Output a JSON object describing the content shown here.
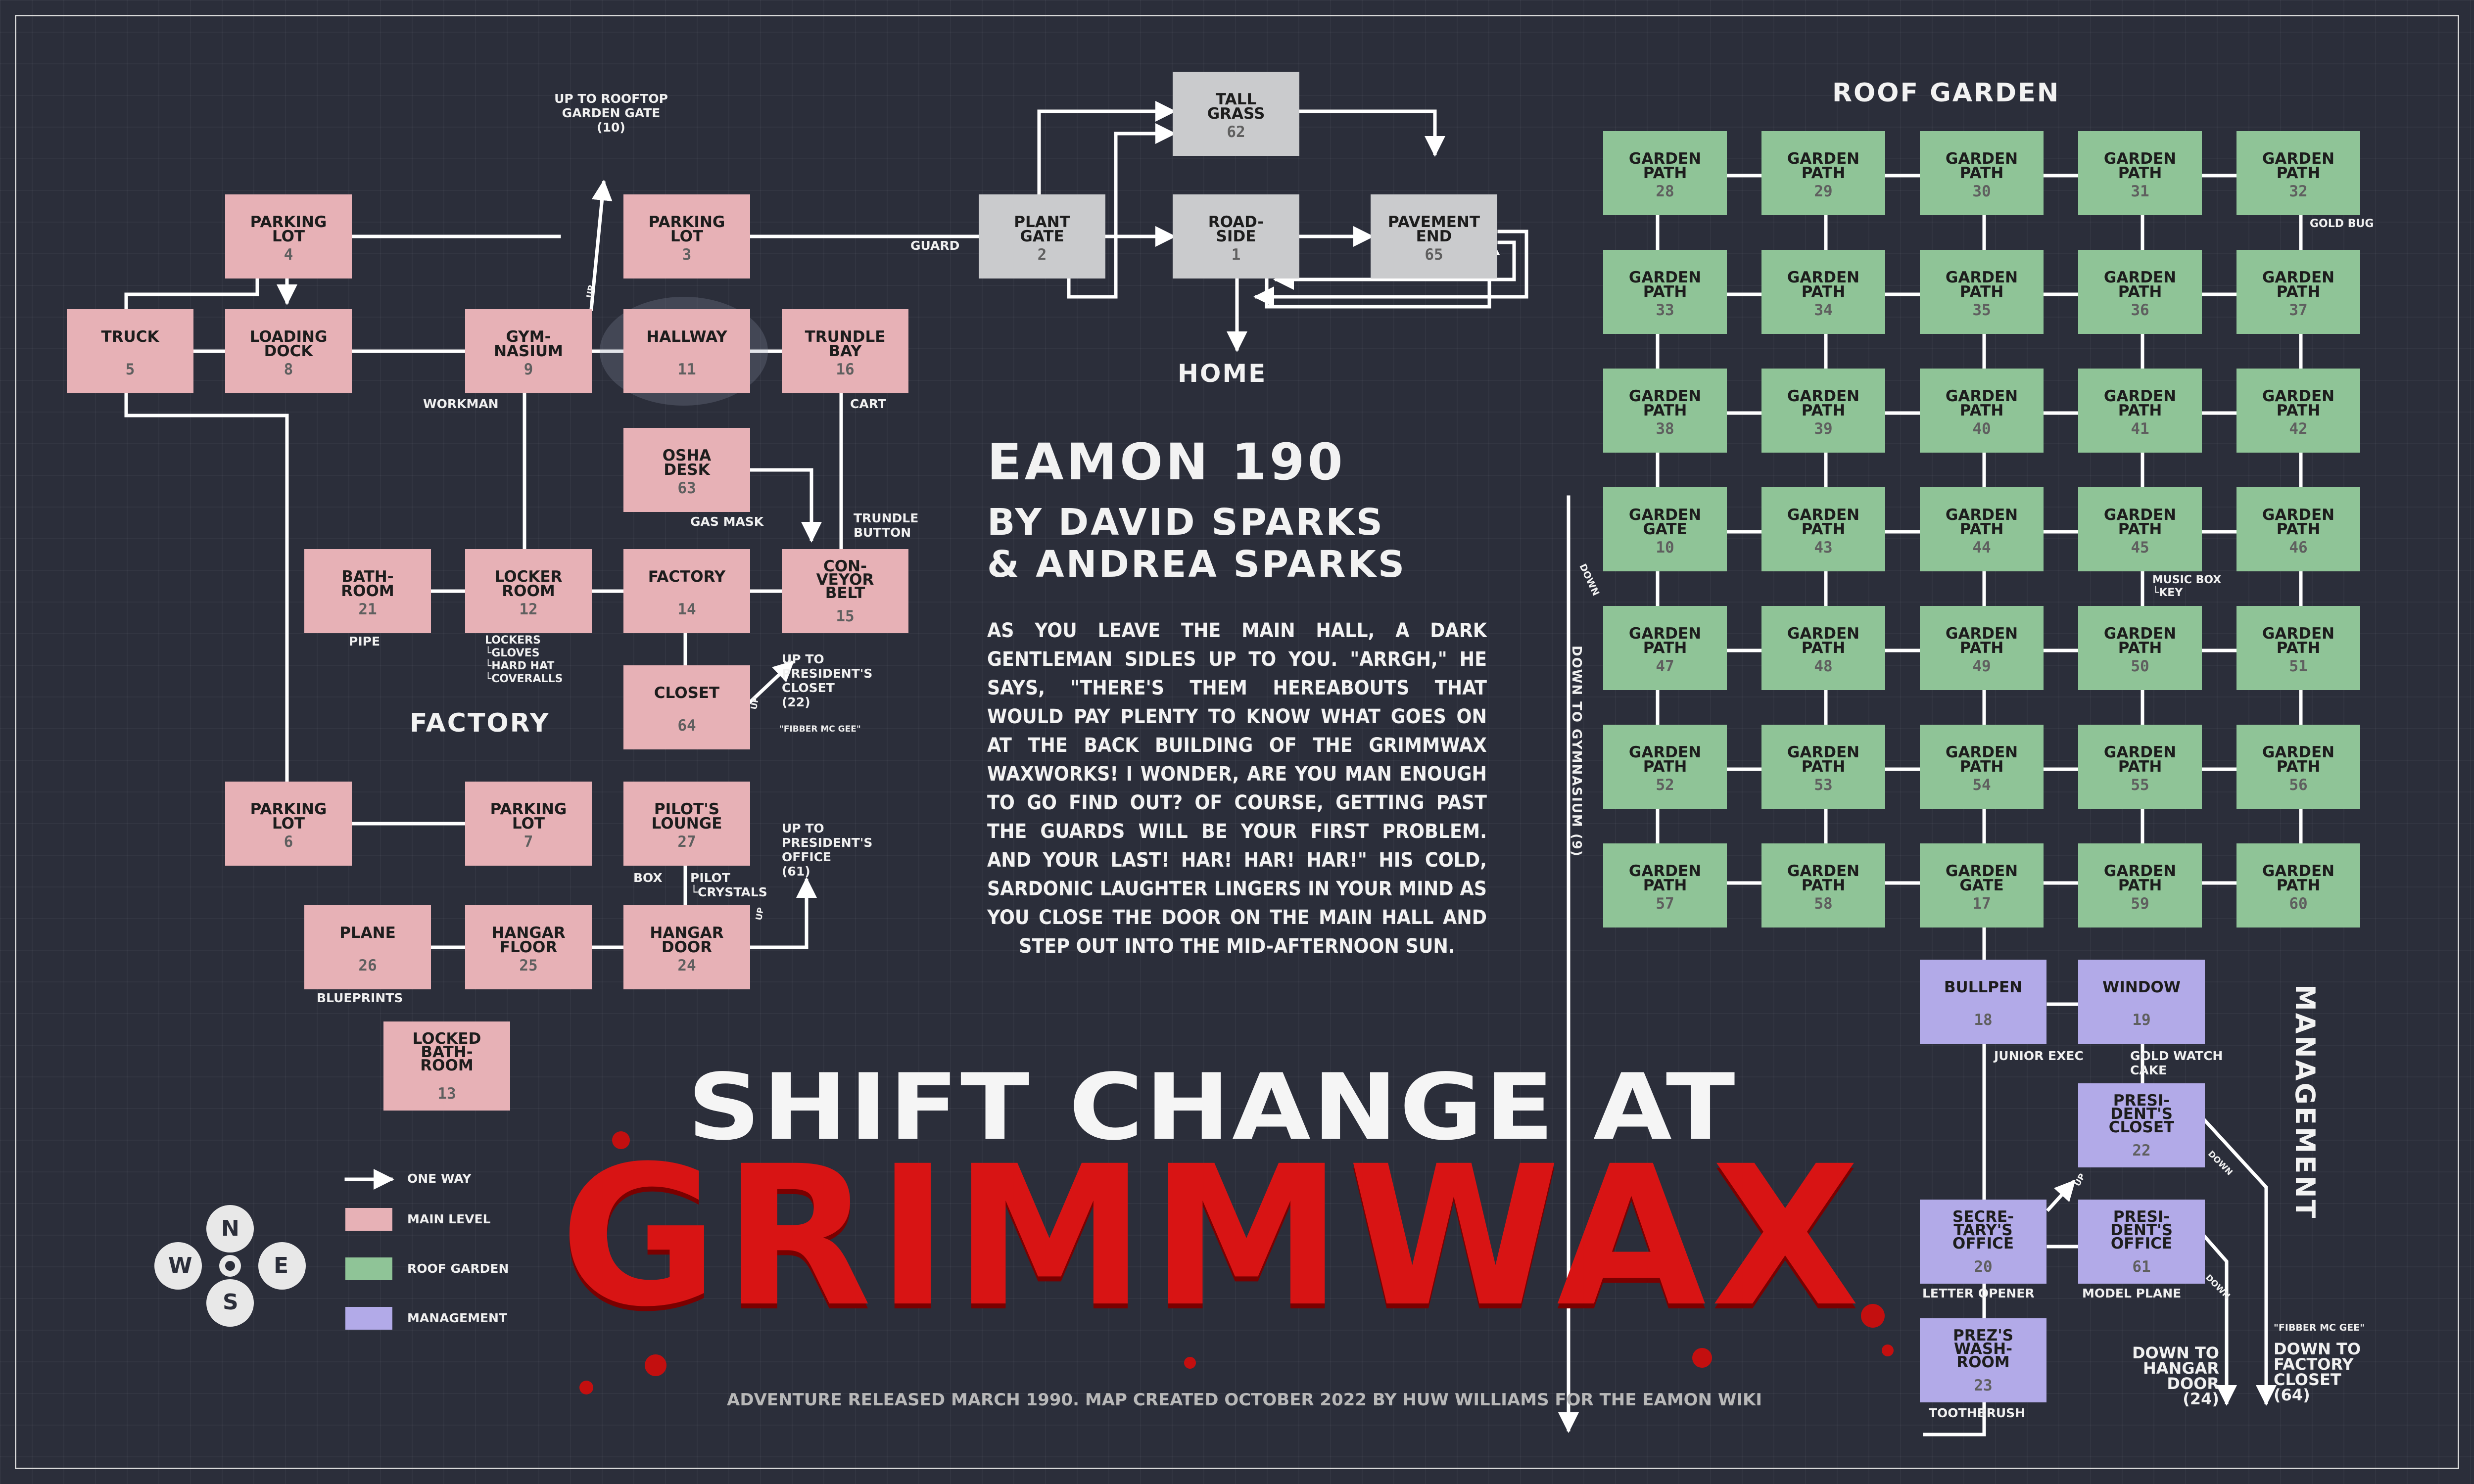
{
  "header": {
    "game_title": "EAMON 190",
    "authors_line1": "BY DAVID SPARKS",
    "authors_line2": "& ANDREA SPARKS",
    "title_line1": "SHIFT CHANGE AT",
    "title_line2": "GRIMMWAX",
    "credit": "ADVENTURE RELEASED MARCH 1990. MAP CREATED OCTOBER 2022 BY HUW WILLIAMS FOR THE EAMON WIKI"
  },
  "story": "AS YOU LEAVE THE MAIN HALL, A DARK GENTLEMAN SIDLES UP TO YOU. \"ARRGH,\" HE SAYS, \"THERE'S THEM HEREABOUTS THAT WOULD PAY PLENTY TO KNOW WHAT GOES ON AT THE BACK BUILDING OF THE GRIMMWAX WAXWORKS! I WONDER, ARE YOU MAN ENOUGH TO GO FIND OUT? OF COURSE, GETTING PAST THE GUARDS WILL BE YOUR FIRST PROBLEM. AND YOUR LAST! HAR! HAR! HAR!\" HIS COLD, SARDONIC LAUGHTER LINGERS IN YOUR MIND AS YOU CLOSE THE DOOR ON THE MAIN HALL AND STEP OUT INTO THE MID-AFTERNOON SUN.",
  "sections": {
    "factory": "FACTORY",
    "roof_garden": "ROOF GARDEN",
    "management": "MANAGEMENT",
    "home": "HOME"
  },
  "rooms": [
    {
      "name": "PARKING\nLOT",
      "num": "4",
      "type": "main"
    },
    {
      "name": "PARKING\nLOT",
      "num": "3",
      "type": "main"
    },
    {
      "name": "TRUCK",
      "num": "5",
      "type": "main"
    },
    {
      "name": "LOADING\nDOCK",
      "num": "8",
      "type": "main"
    },
    {
      "name": "GYM-\nNASIUM",
      "num": "9",
      "type": "main"
    },
    {
      "name": "HALLWAY",
      "num": "11",
      "type": "main"
    },
    {
      "name": "TRUNDLE\nBAY",
      "num": "16",
      "type": "main"
    },
    {
      "name": "OSHA\nDESK",
      "num": "63",
      "type": "main"
    },
    {
      "name": "BATH-\nROOM",
      "num": "21",
      "type": "main"
    },
    {
      "name": "LOCKER\nROOM",
      "num": "12",
      "type": "main"
    },
    {
      "name": "FACTORY",
      "num": "14",
      "type": "main"
    },
    {
      "name": "CON-\nVEYOR\nBELT",
      "num": "15",
      "type": "main"
    },
    {
      "name": "CLOSET",
      "num": "64",
      "type": "main"
    },
    {
      "name": "PARKING\nLOT",
      "num": "6",
      "type": "main"
    },
    {
      "name": "PARKING\nLOT",
      "num": "7",
      "type": "main"
    },
    {
      "name": "PILOT'S\nLOUNGE",
      "num": "27",
      "type": "main"
    },
    {
      "name": "PLANE",
      "num": "26",
      "type": "main"
    },
    {
      "name": "HANGAR\nFLOOR",
      "num": "25",
      "type": "main"
    },
    {
      "name": "HANGAR\nDOOR",
      "num": "24",
      "type": "main"
    },
    {
      "name": "LOCKED\nBATH-\nROOM",
      "num": "13",
      "type": "main"
    },
    {
      "name": "PLANT\nGATE",
      "num": "2",
      "type": "gray"
    },
    {
      "name": "TALL\nGRASS",
      "num": "62",
      "type": "gray"
    },
    {
      "name": "ROAD-\nSIDE",
      "num": "1",
      "type": "gray"
    },
    {
      "name": "PAVEMENT\nEND",
      "num": "65",
      "type": "gray"
    },
    {
      "name": "GARDEN\nPATH",
      "num": "28",
      "type": "roof"
    },
    {
      "name": "GARDEN\nPATH",
      "num": "29",
      "type": "roof"
    },
    {
      "name": "GARDEN\nPATH",
      "num": "30",
      "type": "roof"
    },
    {
      "name": "GARDEN\nPATH",
      "num": "31",
      "type": "roof"
    },
    {
      "name": "GARDEN\nPATH",
      "num": "32",
      "type": "roof"
    },
    {
      "name": "GARDEN\nPATH",
      "num": "33",
      "type": "roof"
    },
    {
      "name": "GARDEN\nPATH",
      "num": "34",
      "type": "roof"
    },
    {
      "name": "GARDEN\nPATH",
      "num": "35",
      "type": "roof"
    },
    {
      "name": "GARDEN\nPATH",
      "num": "36",
      "type": "roof"
    },
    {
      "name": "GARDEN\nPATH",
      "num": "37",
      "type": "roof"
    },
    {
      "name": "GARDEN\nPATH",
      "num": "38",
      "type": "roof"
    },
    {
      "name": "GARDEN\nPATH",
      "num": "39",
      "type": "roof"
    },
    {
      "name": "GARDEN\nPATH",
      "num": "40",
      "type": "roof"
    },
    {
      "name": "GARDEN\nPATH",
      "num": "41",
      "type": "roof"
    },
    {
      "name": "GARDEN\nPATH",
      "num": "42",
      "type": "roof"
    },
    {
      "name": "GARDEN\nGATE",
      "num": "10",
      "type": "roof"
    },
    {
      "name": "GARDEN\nPATH",
      "num": "43",
      "type": "roof"
    },
    {
      "name": "GARDEN\nPATH",
      "num": "44",
      "type": "roof"
    },
    {
      "name": "GARDEN\nPATH",
      "num": "45",
      "type": "roof"
    },
    {
      "name": "GARDEN\nPATH",
      "num": "46",
      "type": "roof"
    },
    {
      "name": "GARDEN\nPATH",
      "num": "47",
      "type": "roof"
    },
    {
      "name": "GARDEN\nPATH",
      "num": "48",
      "type": "roof"
    },
    {
      "name": "GARDEN\nPATH",
      "num": "49",
      "type": "roof"
    },
    {
      "name": "GARDEN\nPATH",
      "num": "50",
      "type": "roof"
    },
    {
      "name": "GARDEN\nPATH",
      "num": "51",
      "type": "roof"
    },
    {
      "name": "GARDEN\nPATH",
      "num": "52",
      "type": "roof"
    },
    {
      "name": "GARDEN\nPATH",
      "num": "53",
      "type": "roof"
    },
    {
      "name": "GARDEN\nPATH",
      "num": "54",
      "type": "roof"
    },
    {
      "name": "GARDEN\nPATH",
      "num": "55",
      "type": "roof"
    },
    {
      "name": "GARDEN\nPATH",
      "num": "56",
      "type": "roof"
    },
    {
      "name": "GARDEN\nPATH",
      "num": "57",
      "type": "roof"
    },
    {
      "name": "GARDEN\nPATH",
      "num": "58",
      "type": "roof"
    },
    {
      "name": "GARDEN\nGATE",
      "num": "17",
      "type": "roof"
    },
    {
      "name": "GARDEN\nPATH",
      "num": "59",
      "type": "roof"
    },
    {
      "name": "GARDEN\nPATH",
      "num": "60",
      "type": "roof"
    },
    {
      "name": "BULLPEN",
      "num": "18",
      "type": "mgmt"
    },
    {
      "name": "WINDOW",
      "num": "19",
      "type": "mgmt"
    },
    {
      "name": "PRESI-\nDENT'S\nCLOSET",
      "num": "22",
      "type": "mgmt"
    },
    {
      "name": "SECRE-\nTARY'S\nOFFICE",
      "num": "20",
      "type": "mgmt"
    },
    {
      "name": "PRESI-\nDENT'S\nOFFICE",
      "num": "61",
      "type": "mgmt"
    },
    {
      "name": "PREZ'S\nWASH-\nROOM",
      "num": "23",
      "type": "mgmt"
    }
  ],
  "labels": {
    "up_rooftop": "UP TO ROOFTOP\nGARDEN GATE\n(10)",
    "guard": "GUARD",
    "workman": "WORKMAN",
    "cart": "CART",
    "gas_mask": "GAS MASK",
    "trundle_button": "TRUNDLE\nBUTTON",
    "pipe": "PIPE",
    "lockers": "LOCKERS\n└GLOVES\n└HARD HAT\n└COVERALLS",
    "up_pres_closet": "UP TO\nPRESIDENT'S\nCLOSET\n(22)",
    "fibber": "\"FIBBER MC GEE\"",
    "up_pres_office": "UP TO\nPRESIDENT'S\nOFFICE\n(61)",
    "box": "BOX",
    "pilot_crystals": "PILOT\n└CRYSTALS",
    "blueprints": "BLUEPRINTS",
    "gold_bug": "GOLD BUG",
    "music_box": "MUSIC BOX\n└KEY",
    "down_gym": "DOWN TO GYMNASIUM (9)",
    "down": "DOWN",
    "up": "UP",
    "junior_exec": "JUNIOR EXEC",
    "gold_watch": "GOLD WATCH\nCAKE",
    "letter_opener": "LETTER OPENER",
    "model_plane": "MODEL PLANE",
    "toothbrush": "TOOTHBRUSH",
    "down_hangar": "DOWN TO\nHANGAR\nDOOR\n(24)",
    "fibber2": "\"FIBBER MC GEE\"",
    "down_factory_closet": "DOWN TO\nFACTORY\nCLOSET\n(64)"
  },
  "legend": [
    {
      "label": "ONE WAY",
      "kind": "arrow",
      "color": "#ffffff"
    },
    {
      "label": "MAIN LEVEL",
      "kind": "swatch",
      "color": "#e7b1b6"
    },
    {
      "label": "ROOF GARDEN",
      "kind": "swatch",
      "color": "#8fc497"
    },
    {
      "label": "MANAGEMENT",
      "kind": "swatch",
      "color": "#b2aae8"
    }
  ],
  "compass": [
    "N",
    "W",
    "E",
    "S"
  ],
  "colors": {
    "main": "#e7b1b6",
    "gray": "#cacbcd",
    "roof": "#8fc497",
    "mgmt": "#b2aae8",
    "title_red": "#d81414",
    "background": "#2b2e3a"
  }
}
